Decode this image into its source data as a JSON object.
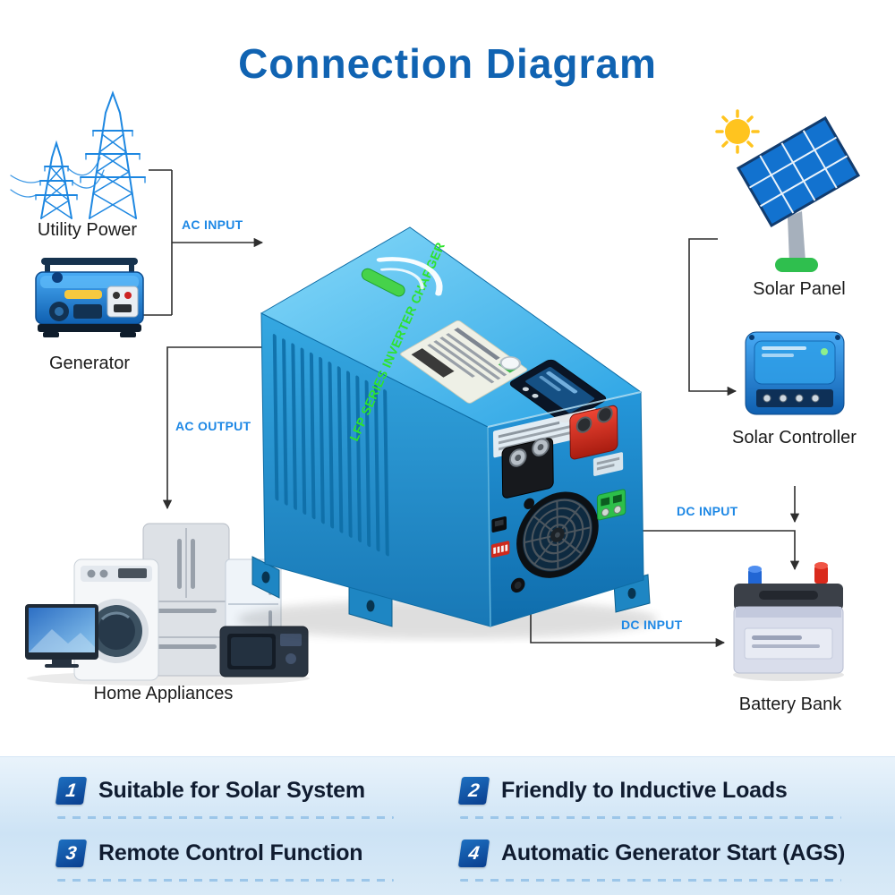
{
  "title": "Connection Diagram",
  "colors": {
    "title_blue": "#1063b2",
    "wire_label_blue": "#1e88e5",
    "line_color": "#2e2e2e",
    "inverter_blue": "#2aa3e4",
    "inverter_text_green": "#2de32d",
    "badge_blue": "#0a3f8f",
    "feature_band_blue": "#cde3f5",
    "icon_blue": "#1d87e1"
  },
  "diagram": {
    "nodes": {
      "utility_power": {
        "label": "Utility Power",
        "icon": "transmission-tower-icon"
      },
      "generator": {
        "label": "Generator",
        "icon": "portable-generator-icon"
      },
      "home_appliances": {
        "label": "Home Appliances",
        "icon": "appliances-cluster-icon"
      },
      "solar_panel": {
        "label": "Solar Panel",
        "icon": "solar-panel-icon"
      },
      "solar_controller": {
        "label": "Solar Controller",
        "icon": "charge-controller-icon"
      },
      "battery_bank": {
        "label": "Battery Bank",
        "icon": "battery-icon"
      },
      "inverter": {
        "label": "LFP SERIES INVERTER CHARGER",
        "icon": "inverter-image"
      }
    },
    "labels": {
      "ac_input": "AC INPUT",
      "ac_output": "AC OUTPUT",
      "dc_input_battery": "DC INPUT",
      "dc_input_bottom": "DC INPUT"
    }
  },
  "features": {
    "items": [
      {
        "number": "1",
        "label": "Suitable for Solar System"
      },
      {
        "number": "2",
        "label": "Friendly to Inductive Loads"
      },
      {
        "number": "3",
        "label": "Remote Control Function"
      },
      {
        "number": "4",
        "label": "Automatic Generator Start (AGS)"
      }
    ]
  }
}
